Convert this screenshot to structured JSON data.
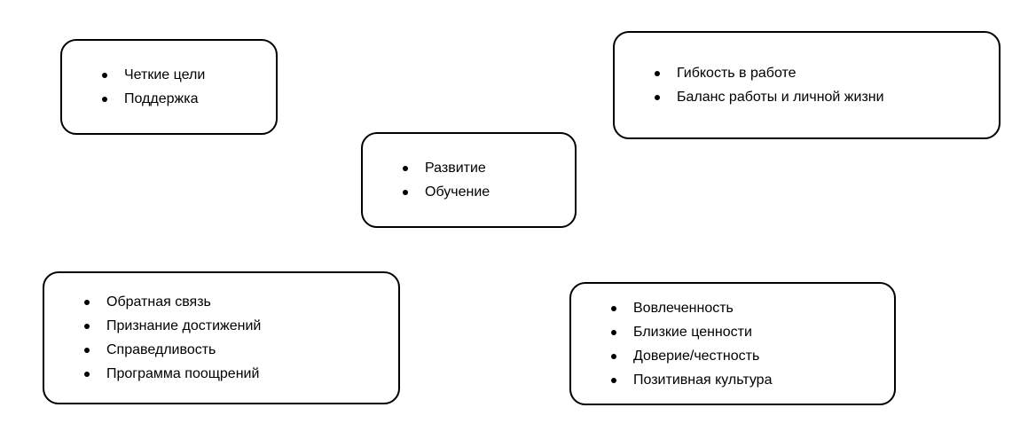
{
  "page": {
    "background_color": "#ffffff",
    "shape_border_color": "#000000",
    "text_color": "#000000"
  },
  "boxes": [
    {
      "name": "goals-support",
      "items": [
        "Четкие цели",
        "Поддержка"
      ]
    },
    {
      "name": "flexibility-balance",
      "items": [
        "Гибкость в работе",
        "Баланс работы и личной жизни"
      ]
    },
    {
      "name": "development-training",
      "items": [
        "Развитие",
        "Обучение"
      ]
    },
    {
      "name": "feedback-recognition",
      "items": [
        "Обратная связь",
        "Признание достижений",
        "Справедливость",
        "Программа поощрений"
      ]
    },
    {
      "name": "engagement-culture",
      "items": [
        "Вовлеченность",
        "Близкие ценности",
        "Доверие/честность",
        "Позитивная культура"
      ]
    }
  ]
}
